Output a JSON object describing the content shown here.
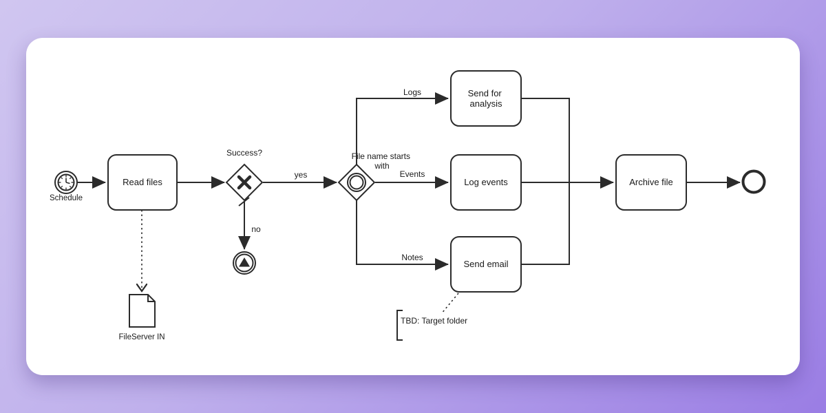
{
  "page": {
    "background_gradient_start": "#d0c6f0",
    "background_gradient_end": "#9a7de4",
    "card_color": "#ffffff",
    "diagram_stroke_color": "#2b2b2b",
    "diagram_text_color": "#1a1a1a"
  },
  "diagram": {
    "type": "bpmn-process",
    "start_event": {
      "label": "Schedule",
      "kind": "timer start event",
      "icon": "clock-icon"
    },
    "tasks": {
      "read_files": {
        "label": "Read files"
      },
      "send_for_analysis": {
        "label_line1": "Send for",
        "label_line2": "analysis"
      },
      "log_events": {
        "label": "Log events"
      },
      "send_email": {
        "label": "Send email"
      },
      "archive_file": {
        "label": "Archive file"
      }
    },
    "gateways": {
      "xor": {
        "label": "Success?",
        "marker_icon": "x-marker-icon",
        "kind": "exclusive gateway"
      },
      "event_based": {
        "label_line1": "File name starts",
        "label_line2": "with",
        "marker_icon": "double-circle-icon",
        "kind": "event-based gateway"
      }
    },
    "flow_labels": {
      "yes": "yes",
      "no": "no",
      "logs": "Logs",
      "events": "Events",
      "notes": "Notes"
    },
    "signal_event": {
      "kind": "signal intermediate throw event",
      "icon": "triangle-icon"
    },
    "end_event": {
      "kind": "end event"
    },
    "data_object": {
      "label": "FileServer IN",
      "icon": "document-icon"
    },
    "annotation": {
      "text": "TBD: Target folder"
    }
  }
}
